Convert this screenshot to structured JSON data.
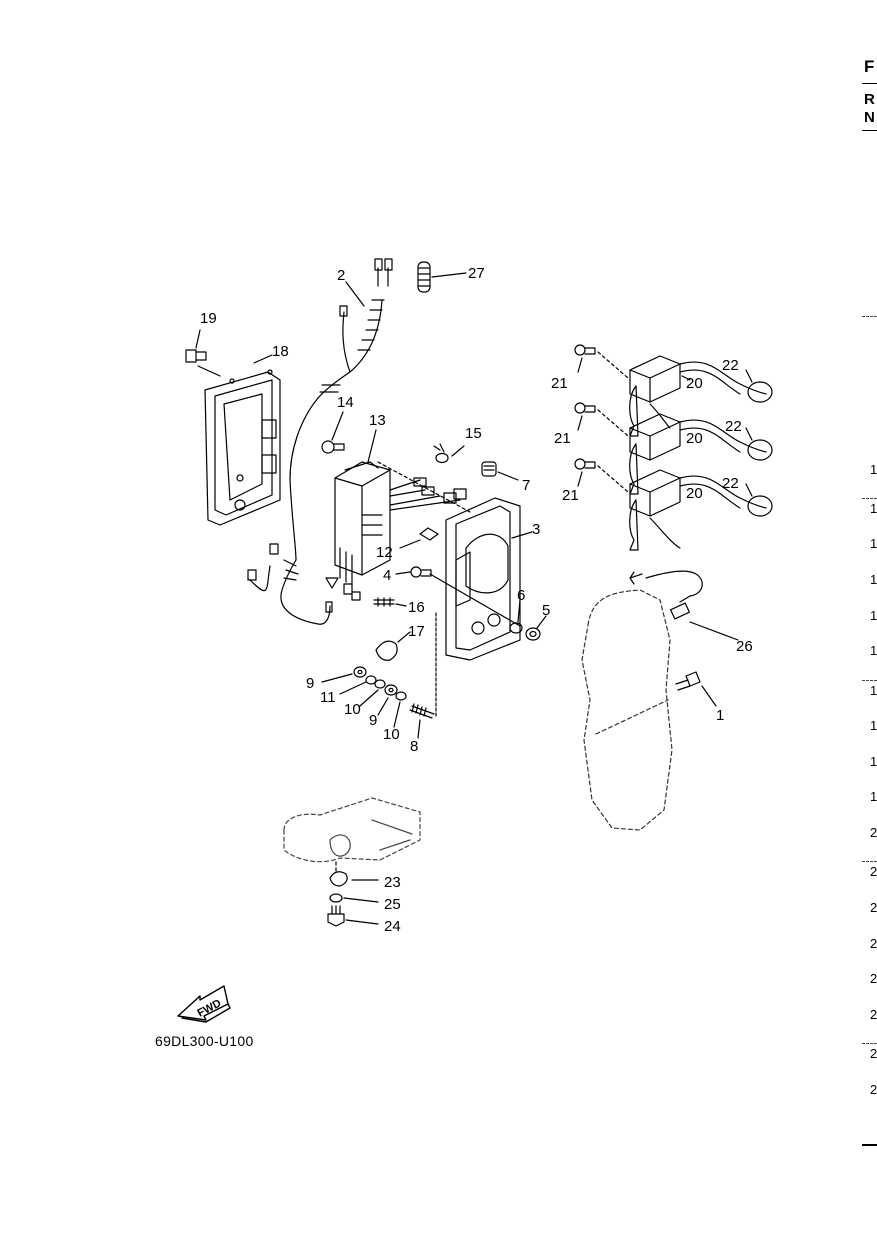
{
  "diagram": {
    "part_code": "69DL300-U100",
    "fwd_label": "FWD",
    "callouts": [
      "1",
      "2",
      "3",
      "4",
      "5",
      "6",
      "7",
      "8",
      "9",
      "10",
      "11",
      "12",
      "13",
      "14",
      "15",
      "16",
      "17",
      "18",
      "19",
      "20",
      "21",
      "22",
      "23",
      "24",
      "25",
      "26",
      "27"
    ],
    "callouts_repeat": {
      "n9b": "9",
      "n10b": "10",
      "n20b": "20",
      "n20c": "20",
      "n21b": "21",
      "n21c": "21",
      "n22b": "22",
      "n22c": "22"
    }
  },
  "right_edge": {
    "header_letters": [
      "F",
      "R",
      "N"
    ],
    "row_digits": [
      "1",
      "1",
      "1",
      "1",
      "1",
      "1",
      "1",
      "1",
      "1",
      "1",
      "2",
      "2",
      "2",
      "2",
      "2",
      "2",
      "2",
      "2"
    ]
  }
}
